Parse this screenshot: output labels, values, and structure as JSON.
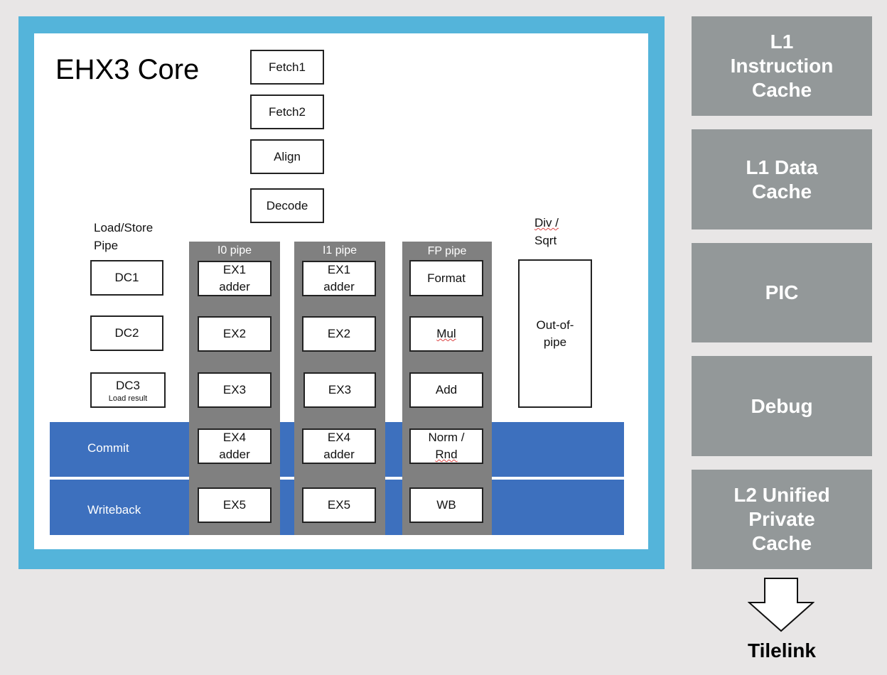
{
  "core": {
    "title": "EHX3 Core",
    "front_end": [
      "Fetch1",
      "Fetch2",
      "Align",
      "Decode"
    ],
    "load_store": {
      "label_line1": "Load/Store",
      "label_line2": "Pipe",
      "stages": [
        {
          "main": "DC1",
          "sub": ""
        },
        {
          "main": "DC2",
          "sub": ""
        },
        {
          "main": "DC3",
          "sub": "Load result"
        }
      ]
    },
    "pipes": [
      {
        "name": "I0 pipe",
        "stages": [
          [
            "EX1",
            "adder"
          ],
          [
            "EX2"
          ],
          [
            "EX3"
          ],
          [
            "EX4",
            "adder"
          ],
          [
            "EX5"
          ]
        ]
      },
      {
        "name": "I1 pipe",
        "stages": [
          [
            "EX1",
            "adder"
          ],
          [
            "EX2"
          ],
          [
            "EX3"
          ],
          [
            "EX4",
            "adder"
          ],
          [
            "EX5"
          ]
        ]
      },
      {
        "name": "FP pipe",
        "stages": [
          [
            "Format"
          ],
          [
            "Mul"
          ],
          [
            "Add"
          ],
          [
            "Norm /",
            "Rnd"
          ],
          [
            "WB"
          ]
        ]
      }
    ],
    "div_sqrt": {
      "label_line1": "Div /",
      "label_line2": "Sqrt",
      "box_line1": "Out-of-",
      "box_line2": "pipe"
    },
    "bands": {
      "commit": "Commit",
      "writeback": "Writeback"
    }
  },
  "side_blocks": [
    [
      "L1",
      "Instruction",
      "Cache"
    ],
    [
      "L1 Data",
      "Cache"
    ],
    [
      "PIC"
    ],
    [
      "Debug"
    ],
    [
      "L2 Unified",
      "Private",
      "Cache"
    ]
  ],
  "bus_label": "Tilelink",
  "colors": {
    "frame": "#54b4da",
    "band": "#3d70be",
    "pipe_column": "#808080",
    "side_block": "#939899",
    "background": "#e8e6e6"
  }
}
